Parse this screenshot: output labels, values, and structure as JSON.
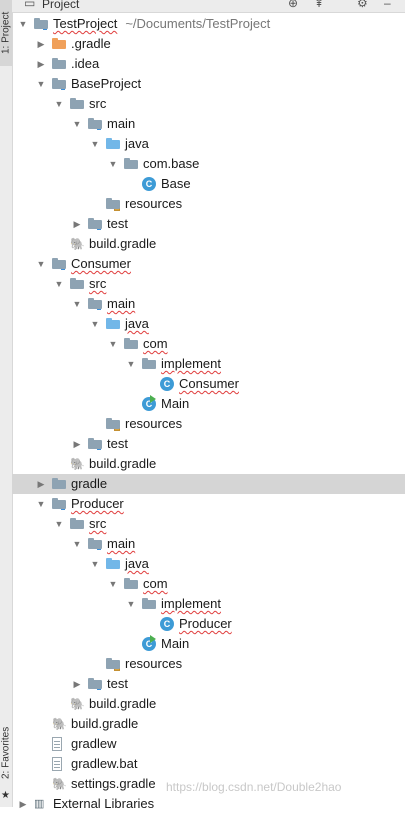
{
  "header": {
    "title": "Project"
  },
  "side": {
    "project_tab": "1: Project",
    "favorites_tab": "2: Favorites"
  },
  "watermark": "https://blog.csdn.net/Double2hao",
  "tree": [
    {
      "label": "TestProject",
      "path": "~/Documents/TestProject",
      "depth": 0,
      "arrow": "down",
      "icon": "folder-module",
      "squig": true
    },
    {
      "label": ".gradle",
      "depth": 1,
      "arrow": "right",
      "icon": "folder-orange"
    },
    {
      "label": ".idea",
      "depth": 1,
      "arrow": "right",
      "icon": "folder"
    },
    {
      "label": "BaseProject",
      "depth": 1,
      "arrow": "down",
      "icon": "folder-module"
    },
    {
      "label": "src",
      "depth": 2,
      "arrow": "down",
      "icon": "folder"
    },
    {
      "label": "main",
      "depth": 3,
      "arrow": "down",
      "icon": "folder-module"
    },
    {
      "label": "java",
      "depth": 4,
      "arrow": "down",
      "icon": "folder-blue"
    },
    {
      "label": "com.base",
      "depth": 5,
      "arrow": "down",
      "icon": "package"
    },
    {
      "label": "Base",
      "depth": 6,
      "arrow": "none",
      "icon": "class"
    },
    {
      "label": "resources",
      "depth": 4,
      "arrow": "none",
      "icon": "resources"
    },
    {
      "label": "test",
      "depth": 3,
      "arrow": "right",
      "icon": "folder-module"
    },
    {
      "label": "build.gradle",
      "depth": 2,
      "arrow": "none",
      "icon": "gradle"
    },
    {
      "label": "Consumer",
      "depth": 1,
      "arrow": "down",
      "icon": "folder-module",
      "squig": true
    },
    {
      "label": "src",
      "depth": 2,
      "arrow": "down",
      "icon": "folder",
      "squig": true
    },
    {
      "label": "main",
      "depth": 3,
      "arrow": "down",
      "icon": "folder-module",
      "squig": true
    },
    {
      "label": "java",
      "depth": 4,
      "arrow": "down",
      "icon": "folder-blue",
      "squig": true
    },
    {
      "label": "com",
      "depth": 5,
      "arrow": "down",
      "icon": "package",
      "squig": true
    },
    {
      "label": "implement",
      "depth": 6,
      "arrow": "down",
      "icon": "package",
      "squig": true
    },
    {
      "label": "Consumer",
      "depth": 7,
      "arrow": "none",
      "icon": "class",
      "squig": true
    },
    {
      "label": "Main",
      "depth": 6,
      "arrow": "none",
      "icon": "main"
    },
    {
      "label": "resources",
      "depth": 4,
      "arrow": "none",
      "icon": "resources"
    },
    {
      "label": "test",
      "depth": 3,
      "arrow": "right",
      "icon": "folder-module"
    },
    {
      "label": "build.gradle",
      "depth": 2,
      "arrow": "none",
      "icon": "gradle"
    },
    {
      "label": "gradle",
      "depth": 1,
      "arrow": "right",
      "icon": "folder",
      "selected": true
    },
    {
      "label": "Producer",
      "depth": 1,
      "arrow": "down",
      "icon": "folder-module",
      "squig": true
    },
    {
      "label": "src",
      "depth": 2,
      "arrow": "down",
      "icon": "folder",
      "squig": true
    },
    {
      "label": "main",
      "depth": 3,
      "arrow": "down",
      "icon": "folder-module",
      "squig": true
    },
    {
      "label": "java",
      "depth": 4,
      "arrow": "down",
      "icon": "folder-blue",
      "squig": true
    },
    {
      "label": "com",
      "depth": 5,
      "arrow": "down",
      "icon": "package",
      "squig": true
    },
    {
      "label": "implement",
      "depth": 6,
      "arrow": "down",
      "icon": "package",
      "squig": true
    },
    {
      "label": "Producer",
      "depth": 7,
      "arrow": "none",
      "icon": "class",
      "squig": true
    },
    {
      "label": "Main",
      "depth": 6,
      "arrow": "none",
      "icon": "main"
    },
    {
      "label": "resources",
      "depth": 4,
      "arrow": "none",
      "icon": "resources"
    },
    {
      "label": "test",
      "depth": 3,
      "arrow": "right",
      "icon": "folder-module"
    },
    {
      "label": "build.gradle",
      "depth": 2,
      "arrow": "none",
      "icon": "gradle"
    },
    {
      "label": "build.gradle",
      "depth": 1,
      "arrow": "none",
      "icon": "gradle"
    },
    {
      "label": "gradlew",
      "depth": 1,
      "arrow": "none",
      "icon": "file"
    },
    {
      "label": "gradlew.bat",
      "depth": 1,
      "arrow": "none",
      "icon": "file"
    },
    {
      "label": "settings.gradle",
      "depth": 1,
      "arrow": "none",
      "icon": "gradle"
    },
    {
      "label": "External Libraries",
      "depth": 0,
      "arrow": "right",
      "icon": "libraries"
    }
  ]
}
